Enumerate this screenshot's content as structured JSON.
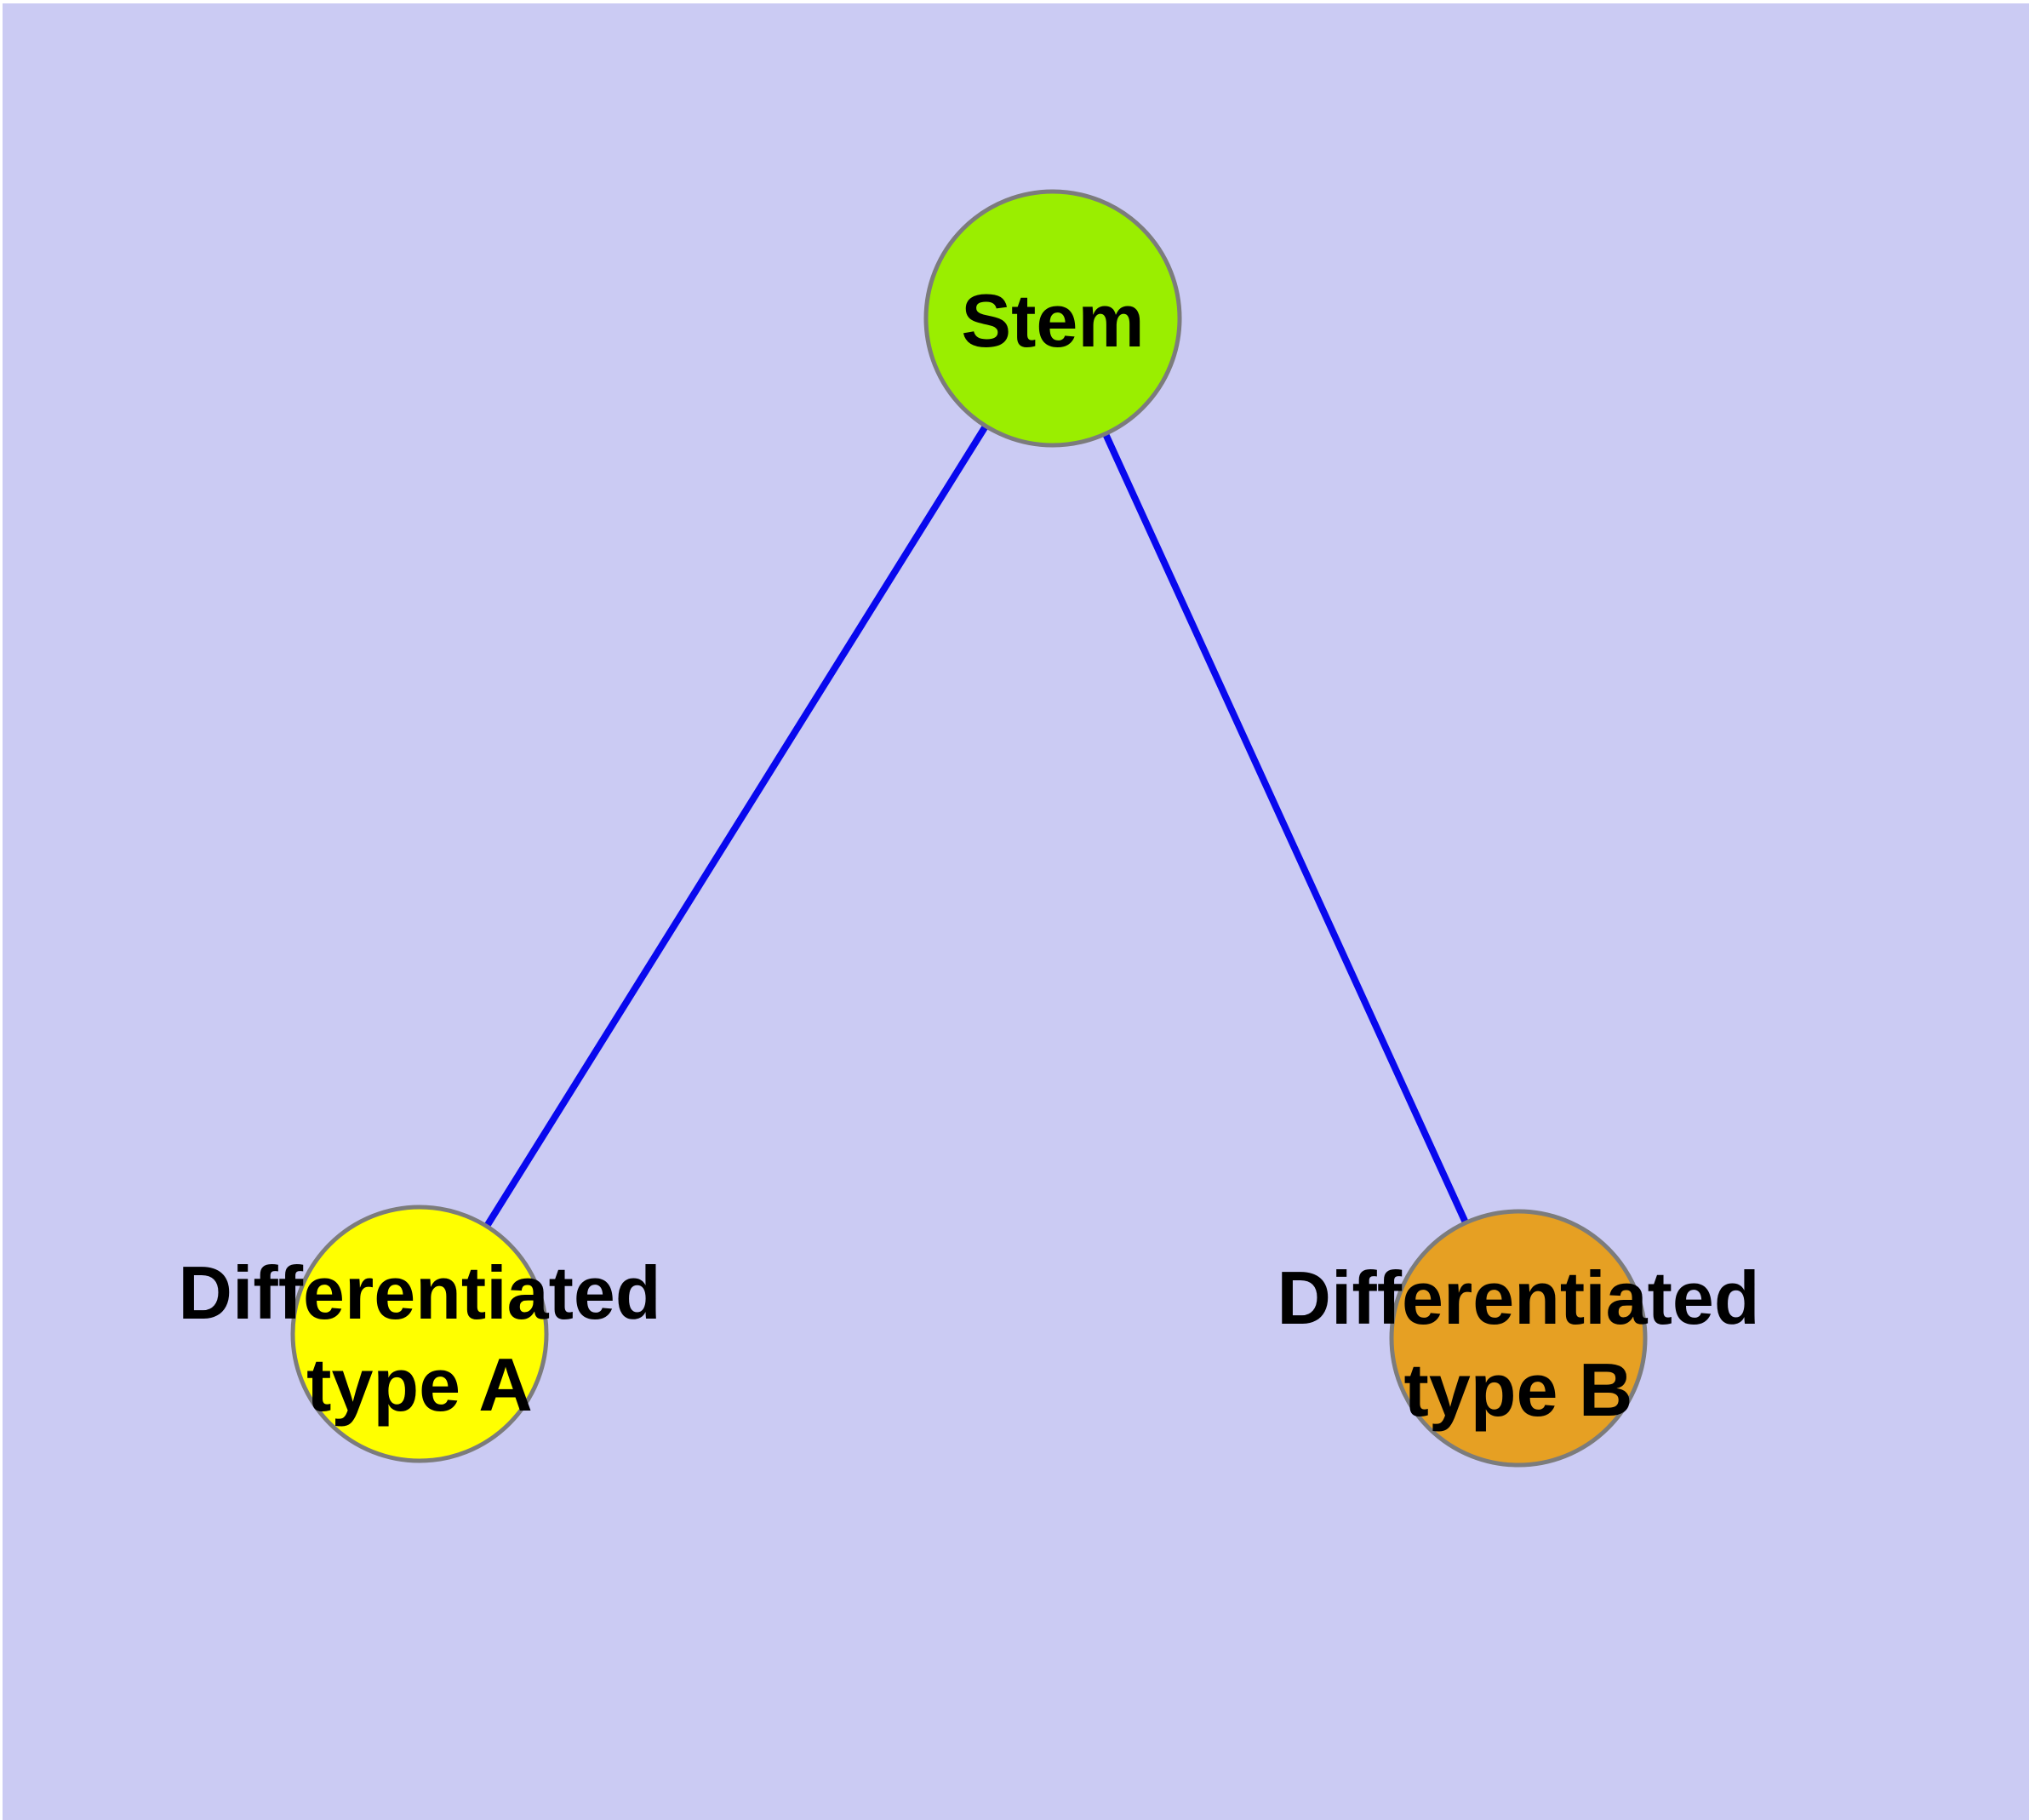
{
  "diagram": {
    "type": "node-link-tree",
    "colors": {
      "background": "#CBCBF3",
      "frame": "#FFFFFF",
      "edge": "#0808EE",
      "node_border": "#7C7C7C",
      "label_text": "#000000"
    },
    "nodes": [
      {
        "id": "stem",
        "label": "Stem",
        "label_lines": [
          "Stem"
        ],
        "fill": "#9AEE00"
      },
      {
        "id": "differentiated-type-a",
        "label": "Differentiated type A",
        "label_lines": [
          "Differentiated",
          "type A"
        ],
        "fill": "#FFFF00"
      },
      {
        "id": "differentiated-type-b",
        "label": "Differentiated type B",
        "label_lines": [
          "Differentiated",
          "type B"
        ],
        "fill": "#E6A023"
      }
    ],
    "edges": [
      {
        "from": "Stem",
        "to": "Differentiated type A"
      },
      {
        "from": "Stem",
        "to": "Differentiated type B"
      }
    ]
  }
}
